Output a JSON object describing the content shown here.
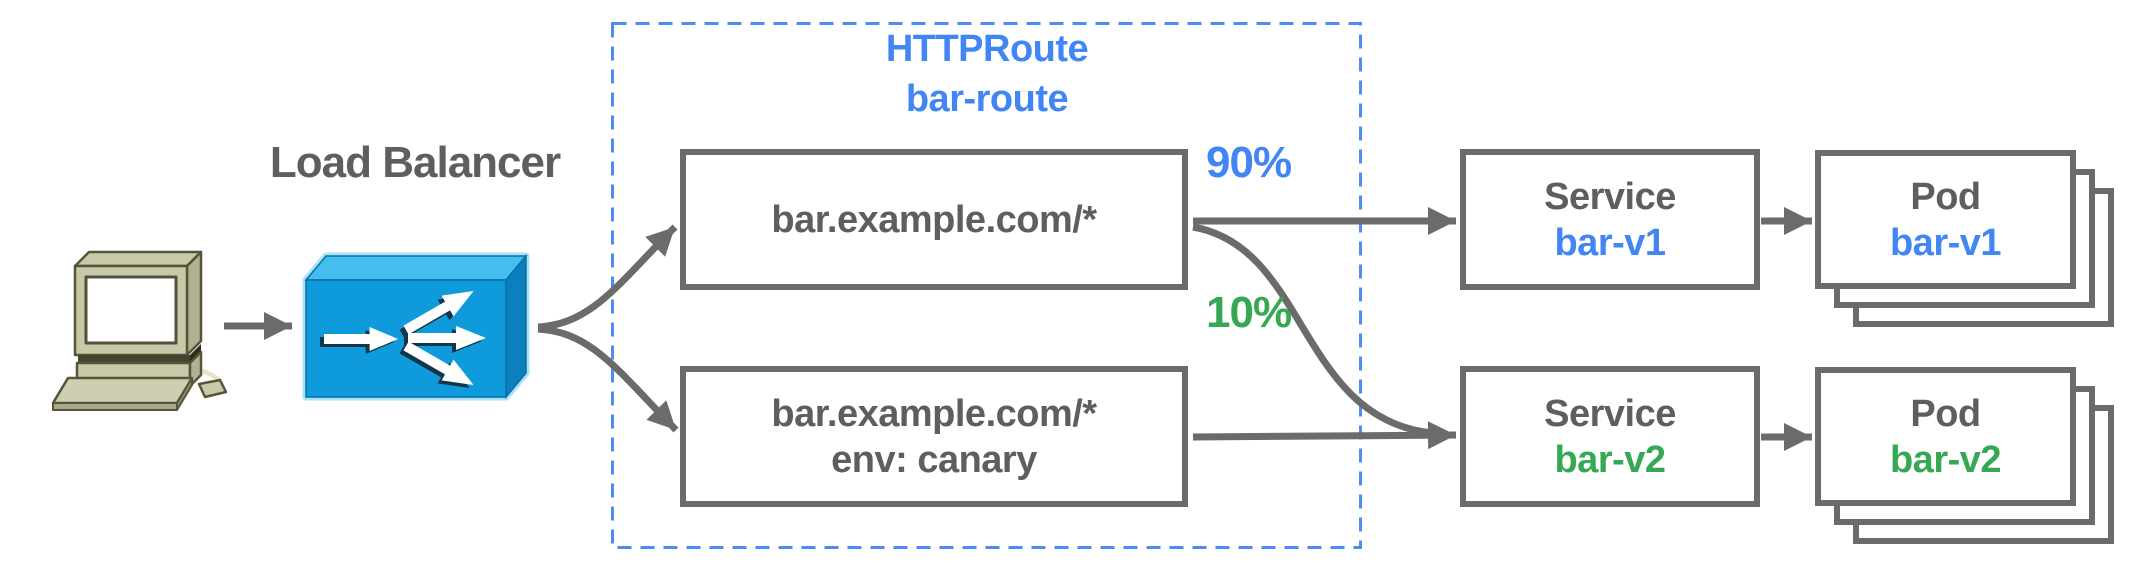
{
  "labels": {
    "load_balancer": "Load Balancer"
  },
  "client": {
    "icon": "desktop-computer-icon"
  },
  "httproute": {
    "kind": "HTTPRoute",
    "name": "bar-route"
  },
  "routes": {
    "rule1": {
      "match": "bar.example.com/*"
    },
    "rule2": {
      "match": "bar.example.com/*",
      "header": "env: canary"
    }
  },
  "weights": {
    "to_v1": "90%",
    "to_v2": "10%"
  },
  "services": {
    "v1": {
      "kind": "Service",
      "name": "bar-v1"
    },
    "v2": {
      "kind": "Service",
      "name": "bar-v2"
    }
  },
  "pods": {
    "v1": {
      "kind": "Pod",
      "name": "bar-v1"
    },
    "v2": {
      "kind": "Pod",
      "name": "bar-v2"
    }
  },
  "colors": {
    "blue_text": "#4285f4",
    "green_text": "#34a853",
    "gray_stroke": "#6b6b6b",
    "gray_text": "#5e5e5e",
    "dashed_border_blue": "#4b8cf5",
    "lb_front": "#0f9bdb",
    "lb_top": "#44bdef",
    "lb_side": "#0c7fbf",
    "computer_body": "#c9c8a8"
  }
}
